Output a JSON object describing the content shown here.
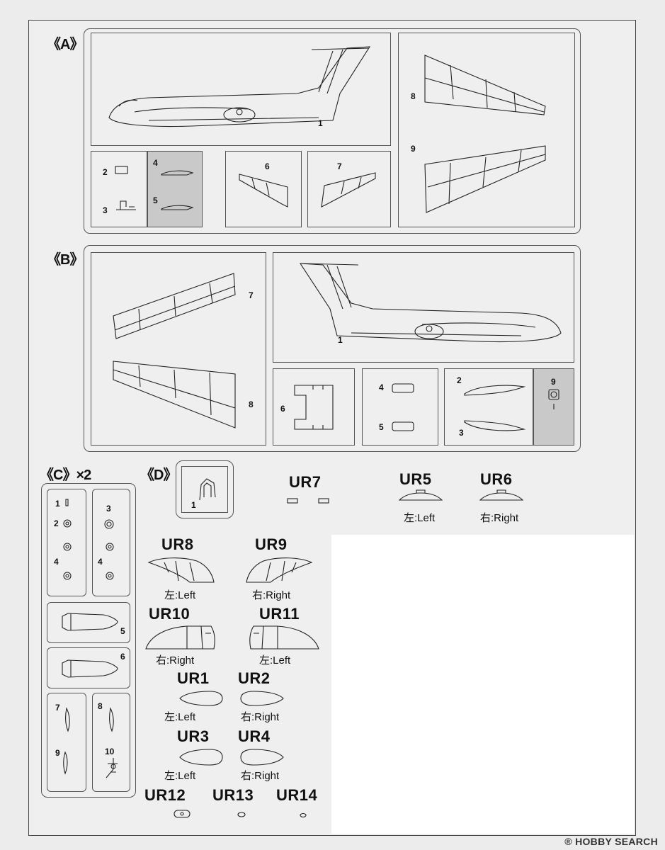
{
  "sections": {
    "A": {
      "label": "《A》"
    },
    "B": {
      "label": "《B》"
    },
    "C": {
      "label": "《C》×2"
    },
    "D": {
      "label": "《D》"
    }
  },
  "partsA": [
    "1",
    "2",
    "3",
    "4",
    "5",
    "6",
    "7",
    "8",
    "9"
  ],
  "partsB": [
    "1",
    "2",
    "3",
    "4",
    "5",
    "6",
    "7",
    "8",
    "9"
  ],
  "partsC": [
    "1",
    "2",
    "3",
    "4",
    "4",
    "5",
    "6",
    "7",
    "8",
    "9",
    "10"
  ],
  "partsD": [
    "1"
  ],
  "ur": {
    "ur1": "UR1",
    "ur2": "UR2",
    "ur3": "UR3",
    "ur4": "UR4",
    "ur5": "UR5",
    "ur6": "UR6",
    "ur7": "UR7",
    "ur8": "UR8",
    "ur9": "UR9",
    "ur10": "UR10",
    "ur11": "UR11",
    "ur12": "UR12",
    "ur13": "UR13",
    "ur14": "UR14"
  },
  "sides": {
    "left": "左:Left",
    "right": "右:Right"
  },
  "watermark": "HOBBY SEARCH",
  "watermark_mark": "®"
}
